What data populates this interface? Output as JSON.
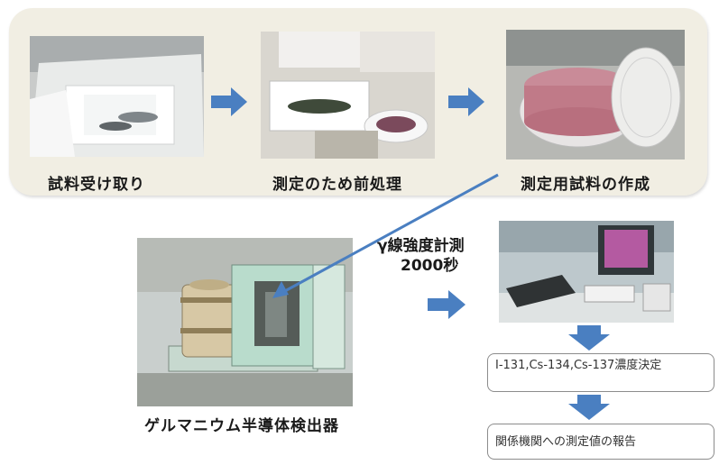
{
  "steps": [
    {
      "label": "試料受け取り"
    },
    {
      "label": "測定のため前処理"
    },
    {
      "label": "測定用試料の作成"
    }
  ],
  "detector": {
    "label": "ゲルマニウム半導体検出器"
  },
  "measurement": {
    "line1": "γ線強度計測",
    "line2": "2000秒"
  },
  "results": [
    {
      "text": "I-131,Cs-134,Cs-137濃度決定"
    },
    {
      "text": "関係機関への測定値の報告"
    }
  ],
  "colors": {
    "arrow": "#4a7fc1",
    "panel": "#f1eee3"
  }
}
